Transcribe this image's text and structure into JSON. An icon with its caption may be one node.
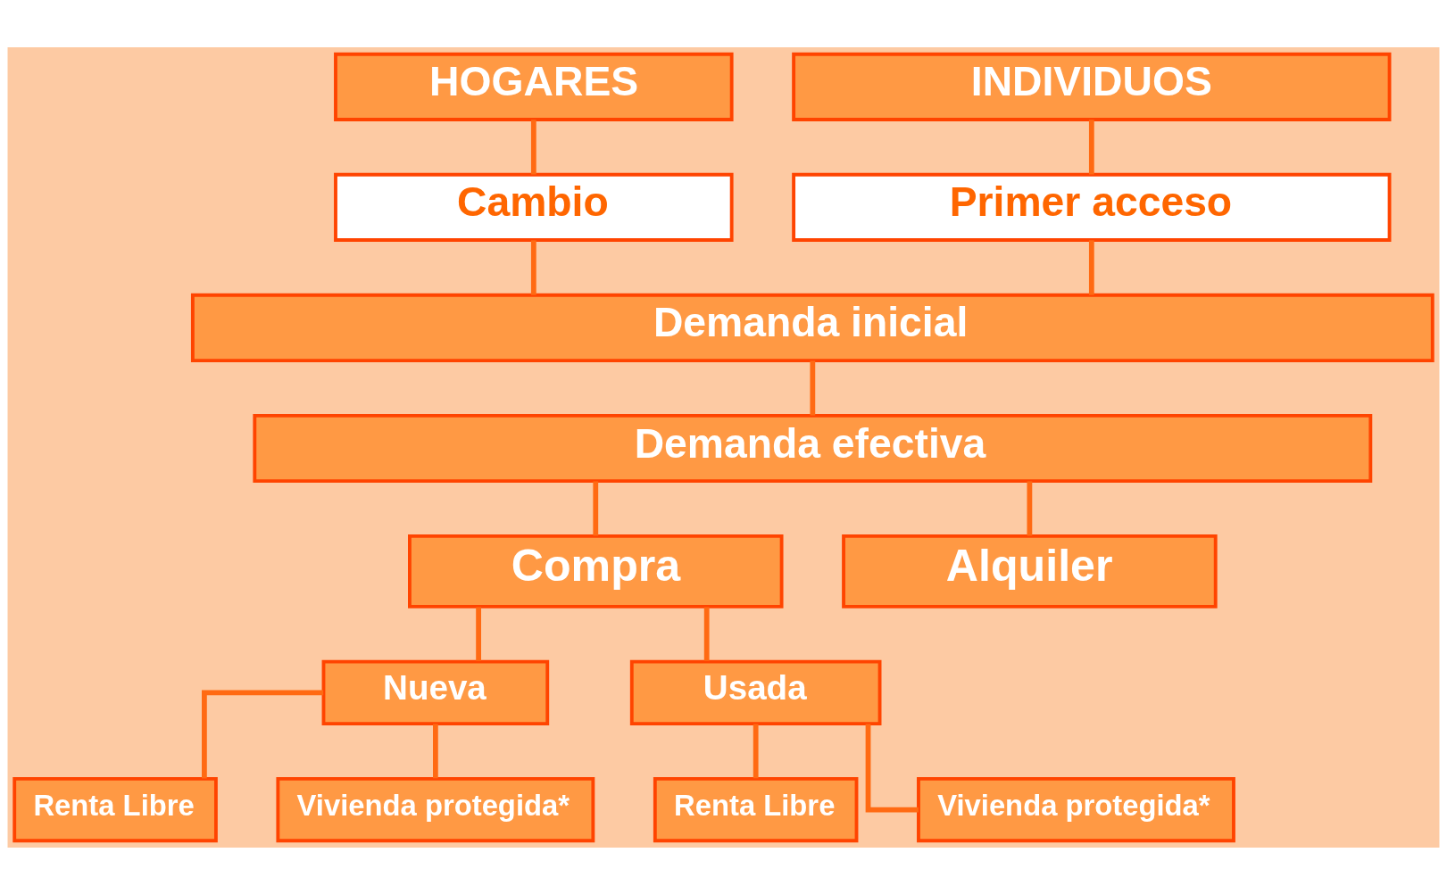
{
  "diagram": {
    "nodes": [
      {
        "text": [
          "HOGARES"
        ]
      },
      {
        "text": [
          "Cambio"
        ]
      },
      {
        "text": [
          "INDIVIDUOS"
        ]
      },
      {
        "text": [
          "Primer acceso"
        ]
      },
      {
        "text": [
          "Demanda inicial"
        ]
      },
      {
        "text": [
          "Demanda efectiva"
        ]
      },
      {
        "text": [
          "Compra"
        ]
      },
      {
        "text": [
          "Alquiler"
        ]
      },
      {
        "text": [
          "Nueva"
        ]
      },
      {
        "text": [
          "Usada"
        ]
      },
      {
        "text": [
          "Renta Libre"
        ]
      },
      {
        "text": [
          "Vivienda protegida*"
        ]
      },
      {
        "text": [
          "Renta Libre"
        ]
      },
      {
        "text": [
          "Vivienda protegida*"
        ]
      }
    ],
    "edges": [
      {
        "from": 0,
        "to": 1,
        "arrow": "none"
      },
      {
        "from": 2,
        "to": 3,
        "arrow": "none"
      },
      {
        "from": 1,
        "to": 4,
        "arrow": "none"
      },
      {
        "from": 3,
        "to": 4,
        "arrow": "none"
      },
      {
        "from": 4,
        "to": 5,
        "arrow": "none"
      },
      {
        "from": 5,
        "to": 6,
        "arrow": "none"
      },
      {
        "from": 5,
        "to": 7,
        "arrow": "none"
      },
      {
        "from": 6,
        "to": 8,
        "arrow": "none"
      },
      {
        "from": 6,
        "to": 9,
        "arrow": "none"
      },
      {
        "from": 8,
        "to": 10,
        "arrow": "none"
      },
      {
        "from": 8,
        "to": 11,
        "arrow": "none"
      },
      {
        "from": 9,
        "to": 12,
        "arrow": "none"
      },
      {
        "from": 9,
        "to": 13,
        "arrow": "none"
      }
    ]
  }
}
